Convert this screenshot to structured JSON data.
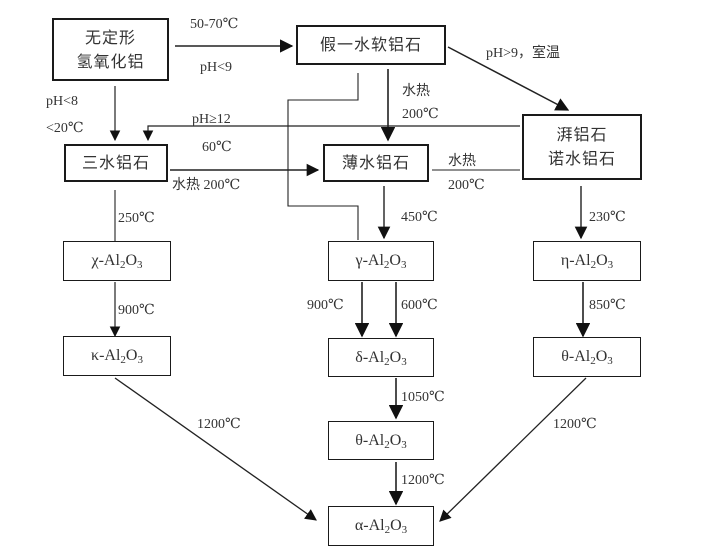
{
  "nodes": {
    "amorphous": {
      "line1": "无定形",
      "line2": "氢氧化铝"
    },
    "pseudoboehmite": {
      "label": "假一水软铝石"
    },
    "gibbsite": {
      "label": "三水铝石"
    },
    "boehmite": {
      "label": "薄水铝石"
    },
    "bayerite": {
      "line1": "湃铝石",
      "line2": "诺水铝石"
    },
    "chi": {
      "prefix": "χ-Al",
      "sub1": "2",
      "mid": "O",
      "sub2": "3"
    },
    "kappa": {
      "prefix": "κ-Al",
      "sub1": "2",
      "mid": "O",
      "sub2": "3"
    },
    "gamma": {
      "prefix": "γ-Al",
      "sub1": "2",
      "mid": "O",
      "sub2": "3"
    },
    "delta": {
      "prefix": "δ-Al",
      "sub1": "2",
      "mid": "O",
      "sub2": "3"
    },
    "theta_mid": {
      "prefix": "θ-Al",
      "sub1": "2",
      "mid": "O",
      "sub2": "3"
    },
    "alpha": {
      "prefix": "α-Al",
      "sub1": "2",
      "mid": "O",
      "sub2": "3"
    },
    "eta": {
      "prefix": "η-Al",
      "sub1": "2",
      "mid": "O",
      "sub2": "3"
    },
    "theta_right": {
      "prefix": "θ-Al",
      "sub1": "2",
      "mid": "O",
      "sub2": "3"
    }
  },
  "edges": {
    "amorphous_to_pseudo_top": "50-70℃",
    "amorphous_to_pseudo_bottom": "pH<9",
    "pseudo_to_bayerite": "pH>9，室温",
    "amorphous_to_gibbsite_1": "pH<8",
    "amorphous_to_gibbsite_2": "<20℃",
    "bayerite_to_gibbsite_1": "pH≥12",
    "bayerite_to_gibbsite_2": "60℃",
    "pseudo_to_boehmite_1": "水热",
    "pseudo_to_boehmite_2": "200℃",
    "gibbsite_to_boehmite": "水热 200℃",
    "bayerite_to_boehmite_1": "水热",
    "bayerite_to_boehmite_2": "200℃",
    "gibbsite_to_chi": "250℃",
    "chi_to_kappa": "900℃",
    "boehmite_to_gamma": "450℃",
    "gamma_to_delta_left": "900℃",
    "gamma_to_delta_right": "600℃",
    "delta_to_theta": "1050℃",
    "theta_to_alpha": "1200℃",
    "bayerite_to_eta": "230℃",
    "eta_to_theta": "850℃",
    "kappa_to_alpha": "1200℃",
    "theta_right_to_alpha": "1200℃"
  }
}
